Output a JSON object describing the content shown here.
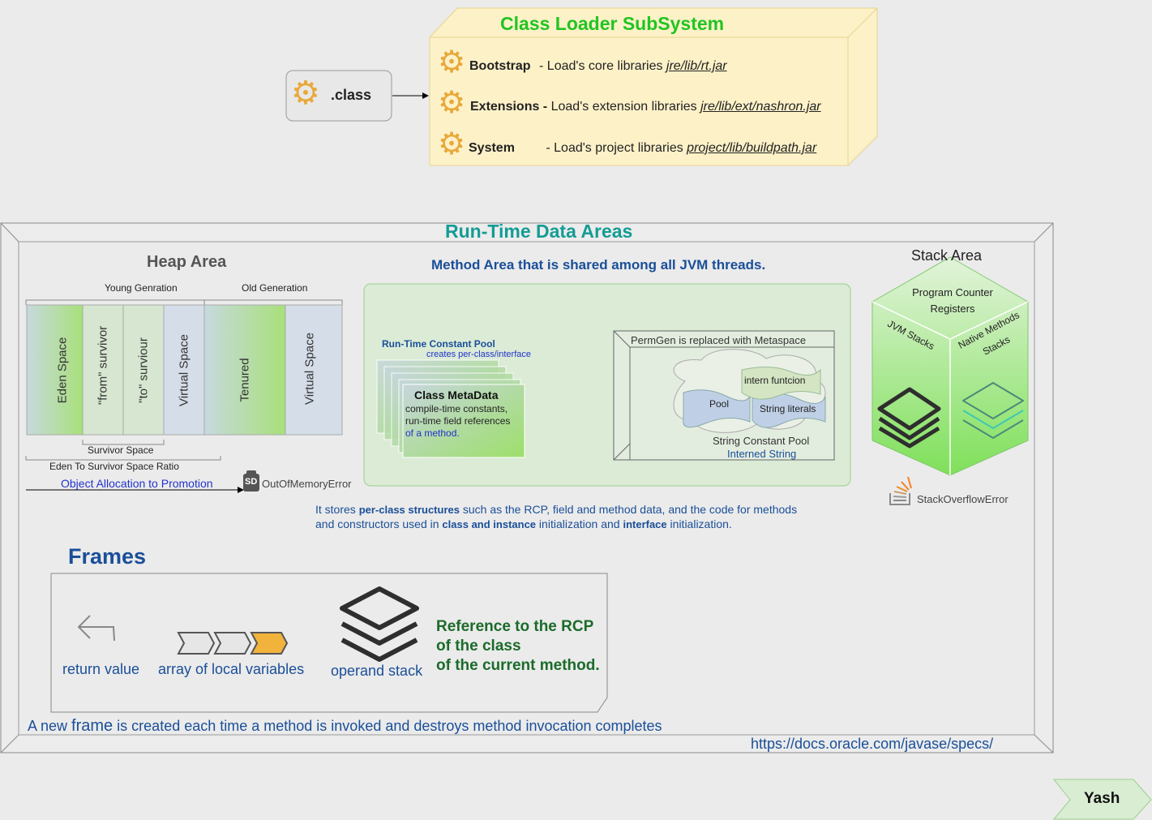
{
  "class_loader": {
    "title": "Class Loader SubSystem",
    "class_file_label": ".class",
    "loaders": [
      {
        "name": "Bootstrap",
        "desc": "- Load's core libraries ",
        "path": "jre/lib/rt.jar"
      },
      {
        "name": "Extensions -",
        "desc": "Load's extension libraries ",
        "path": "jre/lib/ext/nashron.jar"
      },
      {
        "name": "System",
        "desc": "- Load's project libraries ",
        "path": "project/lib/buildpath.jar"
      }
    ]
  },
  "runtime": {
    "title": "Run-Time Data Areas",
    "docs_url": "https://docs.oracle.com/javase/specs/"
  },
  "heap": {
    "title": "Heap Area",
    "young_label": "Young Genration",
    "old_label": "Old Generation",
    "columns": [
      "Eden Space",
      "\"from\" survivor",
      "\"to\" surviour",
      "Virtual Space",
      "Tenured",
      "Virtual Space"
    ],
    "survivor_label": "Survivor Space",
    "ratio_label": "Eden To Survivor Space Ratio",
    "promotion_label": "Object Allocation to Promotion",
    "oom_label": "OutOfMemoryError",
    "oom_badge": "SD"
  },
  "method_area": {
    "title": "Method Area that is shared among all JVM threads.",
    "rcp_title": "Run-Time Constant Pool",
    "rcp_sub": "creates per-class/interface",
    "meta_title": "Class MetaData",
    "meta_desc": [
      "compile-time constants,",
      "run-time field references",
      "of a method."
    ],
    "permgen_label": "PermGen is replaced with Metaspace",
    "intern_label": "intern funtcion",
    "pool_label": "Pool",
    "literals_label": "String literals",
    "scp_label": "String Constant Pool",
    "interned_label": "Interned String",
    "desc_parts": [
      {
        "text": "It stores ",
        "bold": false
      },
      {
        "text": "per-class structures",
        "bold": true
      },
      {
        "text": " such as the RCP, field and method data, and the code for methods",
        "bold": false
      }
    ],
    "desc_parts2": [
      {
        "text": "and constructors used in ",
        "bold": false
      },
      {
        "text": "class and instance",
        "bold": true
      },
      {
        "text": " initialization and ",
        "bold": false
      },
      {
        "text": "interface",
        "bold": true
      },
      {
        "text": " initialization.",
        "bold": false
      }
    ]
  },
  "stack": {
    "title": "Stack Area",
    "top_label_1": "Program Counter",
    "top_label_2": "Registers",
    "left_label": "JVM Stacks",
    "right_label_1": "Native Methods",
    "right_label_2": "Stacks",
    "overflow_label": "StackOverflowError"
  },
  "frames": {
    "title": "Frames",
    "return_label": "return value",
    "locals_label": "array of local variables",
    "operand_label": "operand stack",
    "rcp_ref_lines": [
      "Reference to the RCP",
      "of the class",
      "of the current method."
    ],
    "note_prefix": "A new ",
    "note_bold": "frame",
    "note_suffix": " is created each time a method is invoked and destroys method invocation completes"
  },
  "author": "Yash",
  "colors": {
    "green_title": "#22c422",
    "teal_title": "#149c96",
    "blue_text": "#1a4f99",
    "dark_green_text": "#1b6b2a",
    "loader_fill": "#fdf1c8",
    "method_area_fill": "#dbebd6"
  }
}
